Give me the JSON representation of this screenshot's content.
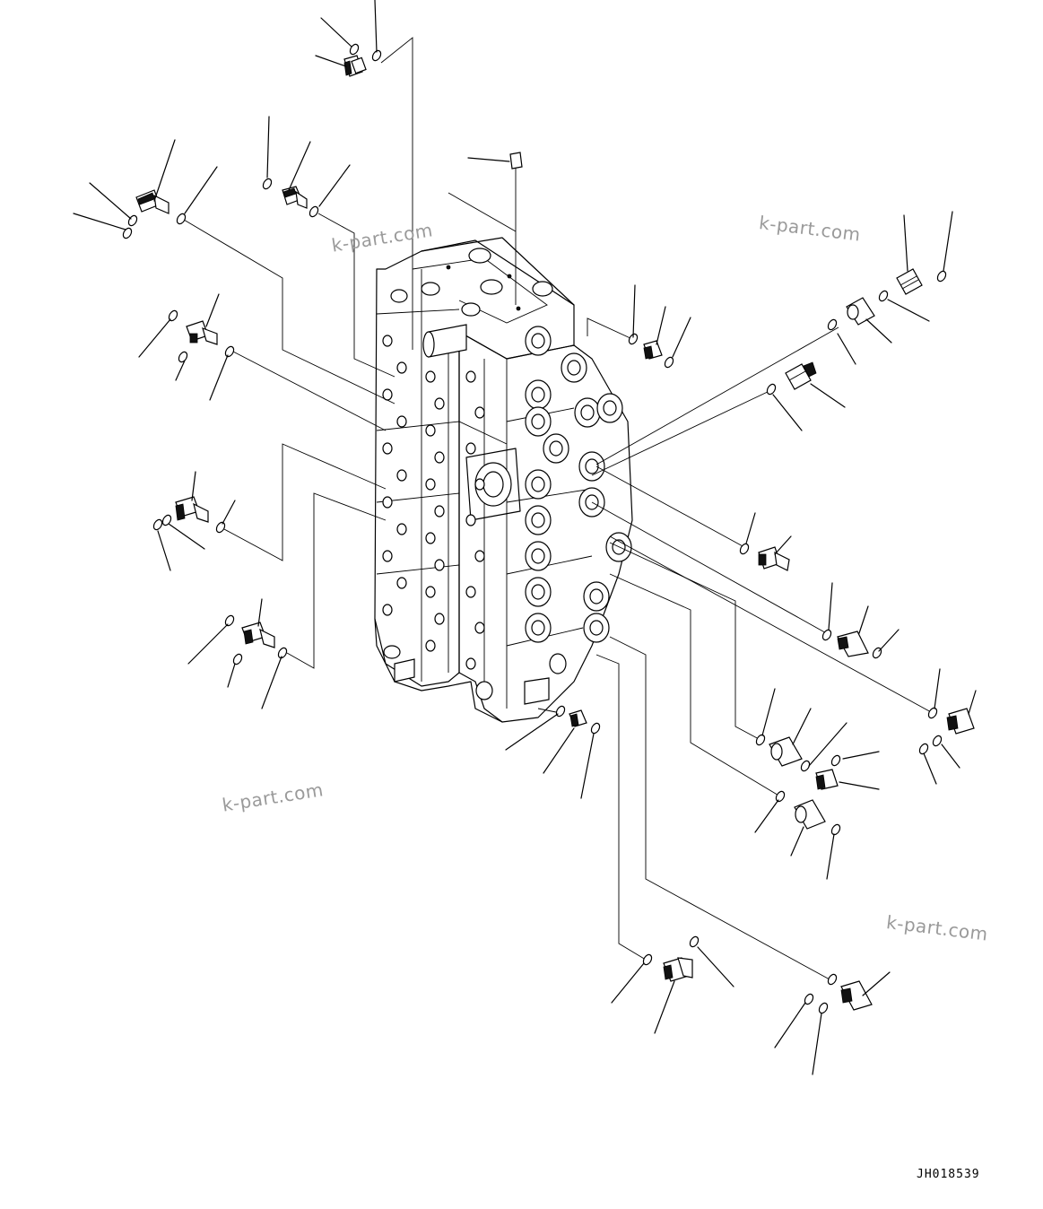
{
  "watermarks": [
    "k-part.com",
    "k-part.com",
    "k-part.com",
    "k-part.com"
  ],
  "drawing_code": "JH018539",
  "colors": {
    "ink": "#000000",
    "background": "#ffffff",
    "watermark": "#9a9a9a"
  }
}
